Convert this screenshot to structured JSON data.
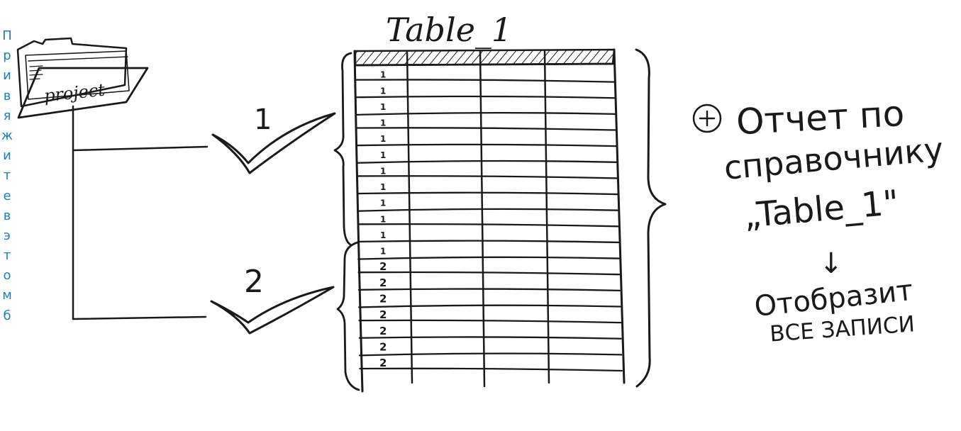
{
  "link_text": "Привяжите в этом б",
  "folder": {
    "label": "project"
  },
  "table": {
    "title": "Table_1",
    "group_1_rows": 12,
    "group_2_rows": 7
  },
  "groups": [
    {
      "label": "1"
    },
    {
      "label": "2"
    }
  ],
  "report": {
    "plus_symbol": "+",
    "line1": "Отчет по",
    "line2": "справочнику",
    "line3": "„Table_1\"",
    "arrow": "↓",
    "result_line1": "Отобразит",
    "result_line2": "ВСЕ ЗАПИСИ"
  },
  "colors": {
    "ink": "#1a1a1a",
    "link": "#1a7fc4",
    "background": "#ffffff"
  }
}
